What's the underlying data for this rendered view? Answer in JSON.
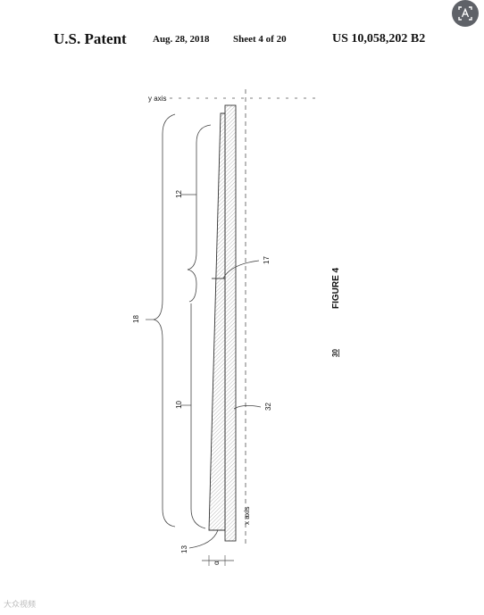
{
  "header": {
    "patent_label": "U.S. Patent",
    "date": "Aug. 28, 2018",
    "sheet": "Sheet 4 of 20",
    "patent_number": "US 10,058,202 B2"
  },
  "drawing": {
    "figure_title": "FIGURE 4",
    "figure_number": "30",
    "axis_top_label": "y axis",
    "axis_bottom_label": "x axis",
    "ref_12": "12",
    "ref_17": "17",
    "ref_18": "18",
    "ref_10": "10",
    "ref_32": "32",
    "ref_13": "13",
    "dim_label": "α"
  },
  "watermark": "大众视频",
  "icons": {
    "scan_button": "text-recognition-icon"
  }
}
